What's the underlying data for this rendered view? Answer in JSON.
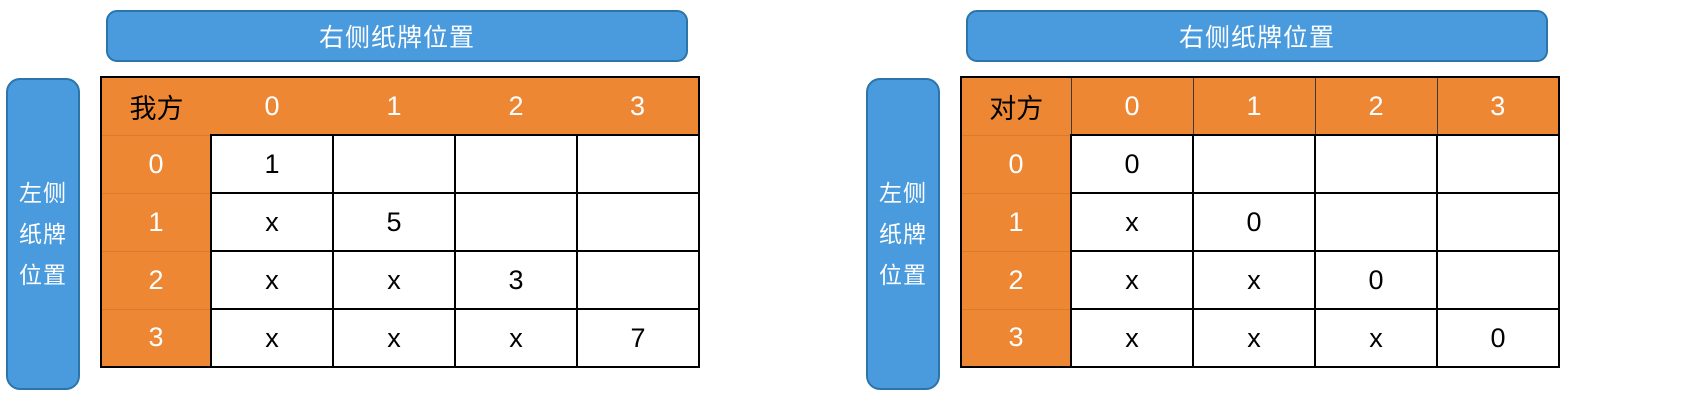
{
  "colors": {
    "blue": "#4a9ade",
    "blue_border": "#2b75ab",
    "orange": "#ed8733",
    "cell_border": "#000000",
    "header_text_black": "#000000",
    "header_text_white": "#ffffff"
  },
  "panels": [
    {
      "id": "left",
      "top_banner_label": "右侧纸牌位置",
      "side_label_lines": [
        "左侧",
        "纸牌",
        "位置"
      ],
      "side_label_full": "左侧纸牌位置",
      "table": {
        "corner_label": "我方",
        "header_separators": false,
        "column_headers": [
          "0",
          "1",
          "2",
          "3"
        ],
        "row_headers": [
          "0",
          "1",
          "2",
          "3"
        ],
        "rows": [
          [
            "1",
            "",
            "",
            ""
          ],
          [
            "x",
            "5",
            "",
            ""
          ],
          [
            "x",
            "x",
            "3",
            ""
          ],
          [
            "x",
            "x",
            "x",
            "7"
          ]
        ]
      }
    },
    {
      "id": "right",
      "top_banner_label": "右侧纸牌位置",
      "side_label_lines": [
        "左侧",
        "纸牌",
        "位置"
      ],
      "side_label_full": "左侧纸牌位置",
      "table": {
        "corner_label": "对方",
        "header_separators": true,
        "column_headers": [
          "0",
          "1",
          "2",
          "3"
        ],
        "row_headers": [
          "0",
          "1",
          "2",
          "3"
        ],
        "rows": [
          [
            "0",
            "",
            "",
            ""
          ],
          [
            "x",
            "0",
            "",
            ""
          ],
          [
            "x",
            "x",
            "0",
            ""
          ],
          [
            "x",
            "x",
            "x",
            "0"
          ]
        ]
      }
    }
  ]
}
